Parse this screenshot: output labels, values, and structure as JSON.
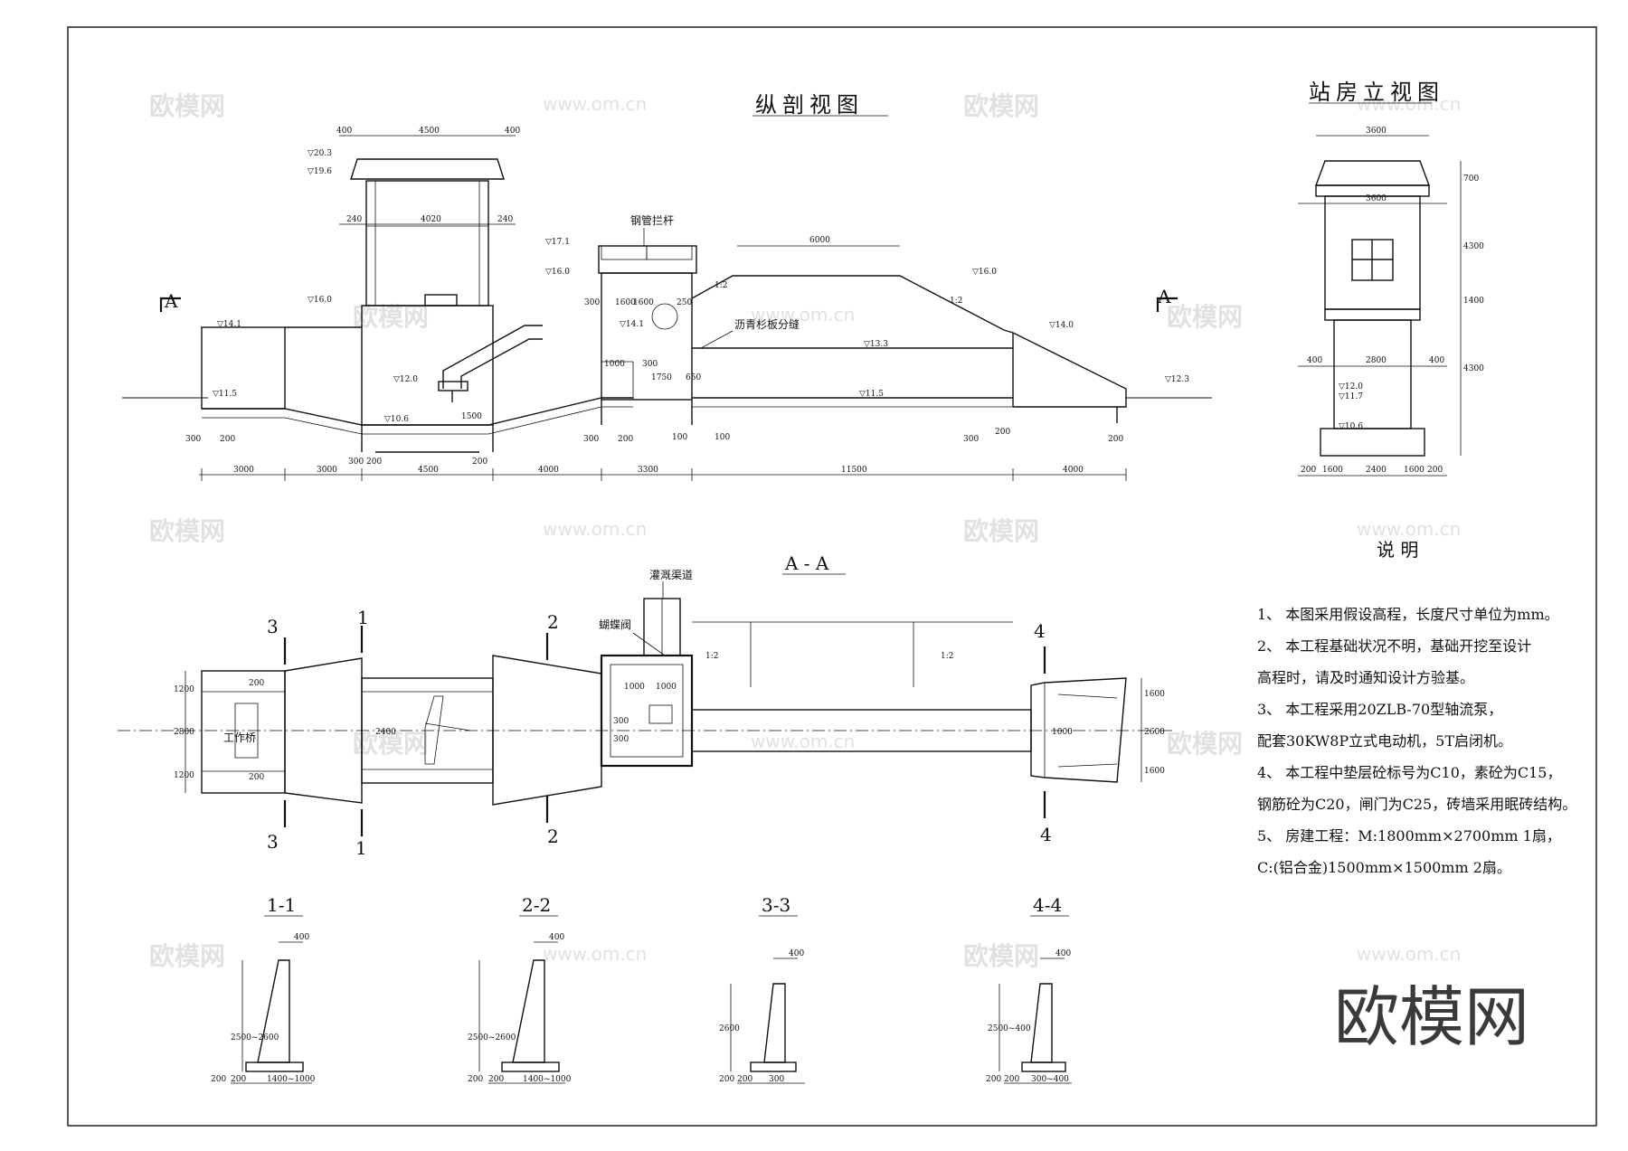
{
  "titles": {
    "longitudinal": "纵剖视图",
    "elevation": "站房立视图",
    "plan": "A - A",
    "notes": "说  明"
  },
  "elevation_marks": [
    "▽20.3",
    "▽19.6",
    "▽17.1",
    "▽16.0",
    "▽16.0",
    "▽16.0",
    "▽14.1",
    "▽14.1",
    "▽14.0",
    "▽13.3",
    "▽12.0",
    "▽12.3",
    "▽11.5",
    "▽11.5",
    "▽10.6"
  ],
  "profile_dims_bottom": [
    "3000",
    "3000",
    "4500",
    "4000",
    "3300",
    "11500",
    "4000"
  ],
  "profile_dims_top": [
    "400",
    "4500",
    "400",
    "240",
    "4020",
    "240",
    "6000"
  ],
  "profile_small_dims": [
    "300",
    "200",
    "300",
    "200",
    "1500",
    "1600",
    "300",
    "200",
    "300",
    "200",
    "100",
    "100",
    "1750",
    "650",
    "1000",
    "300",
    "1600",
    "250",
    "300",
    "200",
    "200"
  ],
  "profile_labels": {
    "rail": "钢管拦杆",
    "joint": "沥青杉板分缝",
    "section_a_left": "A",
    "section_a_right": "A",
    "slope": "1:2",
    "slope2": "1:2"
  },
  "elevation_view_dims": [
    "3600",
    "3600",
    "200",
    "1600",
    "2400",
    "1600",
    "200",
    "400",
    "2800",
    "400",
    "700",
    "4300",
    "4300",
    "1400"
  ],
  "elevation_view_marks": [
    "▽12.0",
    "▽11.7",
    "▽10.6"
  ],
  "plan_labels": {
    "channel": "灌溉渠道",
    "valve": "蝴蝶阀",
    "bridge": "工作桥",
    "cut1": "1",
    "cut2": "2",
    "cut3": "3",
    "cut4": "4",
    "slope": "1:2",
    "slope2": "1:2"
  },
  "plan_dims": [
    "1200",
    "2800",
    "1200",
    "200",
    "200",
    "2400",
    "1000",
    "1000",
    "300",
    "300",
    "1600",
    "2600",
    "1600",
    "1000"
  ],
  "sections": [
    {
      "title": "1-1",
      "top": "400",
      "height": "2500~2600",
      "base": "1400~1000",
      "foot": "200",
      "toe": "200"
    },
    {
      "title": "2-2",
      "top": "400",
      "height": "2500~2600",
      "base": "1400~1000",
      "foot": "200",
      "toe": "200"
    },
    {
      "title": "3-3",
      "top": "400",
      "height": "2600",
      "base": "300",
      "foot": "200",
      "toe": "200"
    },
    {
      "title": "4-4",
      "top": "400",
      "height": "2500~400",
      "base": "300~400",
      "foot": "200",
      "toe": "200"
    }
  ],
  "notes": [
    "1、  本图采用假设高程，长度尺寸单位为mm。",
    "2、  本工程基础状况不明，基础开挖至设计",
    "       高程时，请及时通知设计方验基。",
    "3、  本工程采用20ZLB-70型轴流泵，",
    "       配套30KW8P立式电动机，5T启闭机。",
    "4、  本工程中垫层砼标号为C10，素砼为C15，",
    "       钢筋砼为C20，闸门为C25，砖墙采用眠砖结构。",
    "5、  房建工程：M:1800mm×2700mm 1扇，",
    "       C:(铝合金)1500mm×1500mm 2扇。"
  ],
  "watermarks": [
    "欧模网",
    "www.om.cn"
  ],
  "logo": "欧模网"
}
